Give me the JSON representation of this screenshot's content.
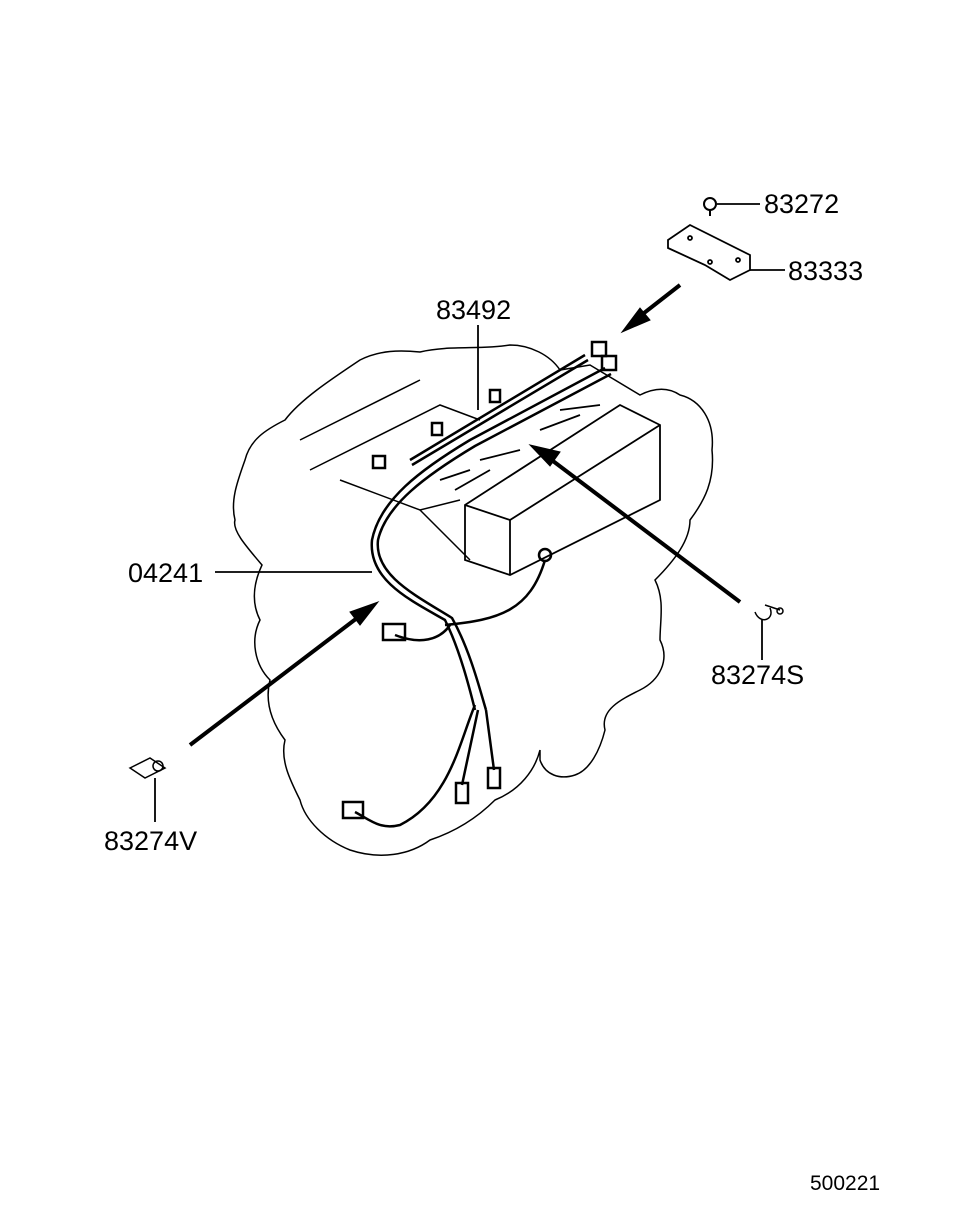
{
  "labels": {
    "p83272": "83272",
    "p83333": "83333",
    "p83492": "83492",
    "p04241": "04241",
    "p83274S": "83274S",
    "p83274V": "83274V"
  },
  "diagram_code": "500221"
}
